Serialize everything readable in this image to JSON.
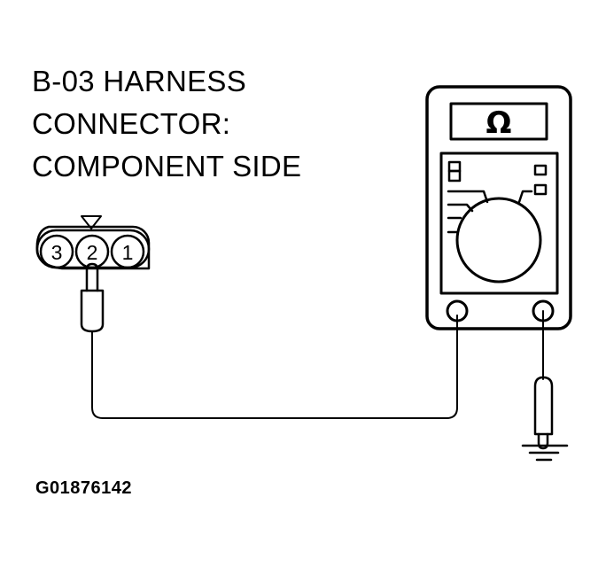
{
  "title": {
    "lines": [
      "B-03 HARNESS",
      "CONNECTOR:",
      "COMPONENT SIDE"
    ]
  },
  "connector": {
    "name": "B-03",
    "pins": [
      "3",
      "2",
      "1"
    ],
    "probed_pin": "2",
    "indicator": "triangle-marker"
  },
  "meter": {
    "display_symbol": "Ω",
    "mode": "ohmmeter",
    "terminals": [
      "positive",
      "negative"
    ]
  },
  "ground": {
    "symbol": "ground-icon"
  },
  "figure_id": "G01876142",
  "colors": {
    "line": "#000000",
    "background": "#ffffff"
  }
}
